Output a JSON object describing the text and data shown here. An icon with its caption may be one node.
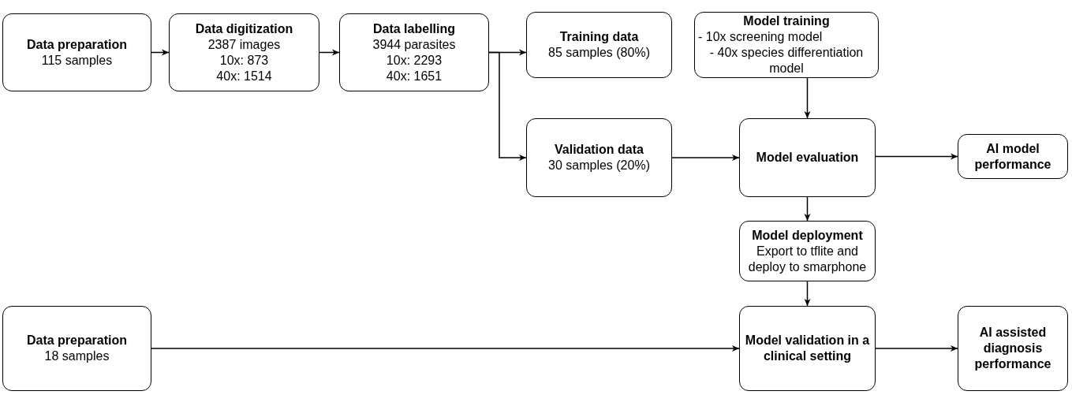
{
  "diagram": {
    "nodes": [
      {
        "text": [
          "Data preparation",
          "115 samples"
        ]
      },
      {
        "text": [
          "Data digitization",
          "2387 images",
          "10x: 873",
          "40x: 1514"
        ]
      },
      {
        "text": [
          "Data labelling",
          "3944 parasites",
          "10x: 2293",
          "40x: 1651"
        ]
      },
      {
        "text": [
          "Training data",
          "85 samples (80%)"
        ]
      },
      {
        "text": [
          "Model training",
          "- 10x screening model",
          "- 40x species differentiation model"
        ]
      },
      {
        "text": [
          "Validation data",
          "30 samples (20%)"
        ]
      },
      {
        "text": [
          "Model evaluation"
        ]
      },
      {
        "text": [
          "AI model performance"
        ]
      },
      {
        "text": [
          "Model deployment",
          "Export to tflite and deploy to smarphone"
        ]
      },
      {
        "text": [
          "Data preparation",
          "18 samples"
        ]
      },
      {
        "text": [
          "Model validation in a clinical setting"
        ]
      },
      {
        "text": [
          "AI assisted diagnosis performance"
        ]
      }
    ],
    "edges": [
      {
        "from": 0,
        "to": 1,
        "arrow": "to"
      },
      {
        "from": 1,
        "to": 2,
        "arrow": "to"
      },
      {
        "from": 2,
        "to": 3,
        "arrow": "to"
      },
      {
        "from": 2,
        "to": 5,
        "arrow": "to"
      },
      {
        "from": 4,
        "to": 6,
        "arrow": "to"
      },
      {
        "from": 5,
        "to": 6,
        "arrow": "to"
      },
      {
        "from": 6,
        "to": 7,
        "arrow": "to"
      },
      {
        "from": 6,
        "to": 8,
        "arrow": "to"
      },
      {
        "from": 8,
        "to": 10,
        "arrow": "to"
      },
      {
        "from": 9,
        "to": 10,
        "arrow": "to"
      },
      {
        "from": 10,
        "to": 11,
        "arrow": "to"
      }
    ]
  }
}
